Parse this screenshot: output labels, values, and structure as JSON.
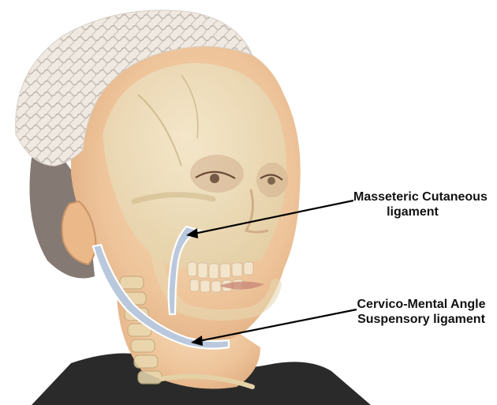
{
  "labels": [
    {
      "line1": "Masseteric Cutaneous",
      "line2": "ligament"
    },
    {
      "line1": "Cervico-Mental Angle",
      "line2": "Suspensory ligament"
    }
  ],
  "colors": {
    "ligament_fill": "#b9c8dc",
    "ligament_outline": "#ffffff",
    "arrow": "#000000",
    "skin": "#f3d2ad",
    "bone": "#efe6c9",
    "hair_net": "#e8e2da",
    "clothing": "#2a2a2a"
  },
  "icons": [
    "hair-net",
    "skull-overlay",
    "ear",
    "cervical-spine",
    "masseteric-ligament-marker",
    "cervico-mental-ligament-marker"
  ]
}
